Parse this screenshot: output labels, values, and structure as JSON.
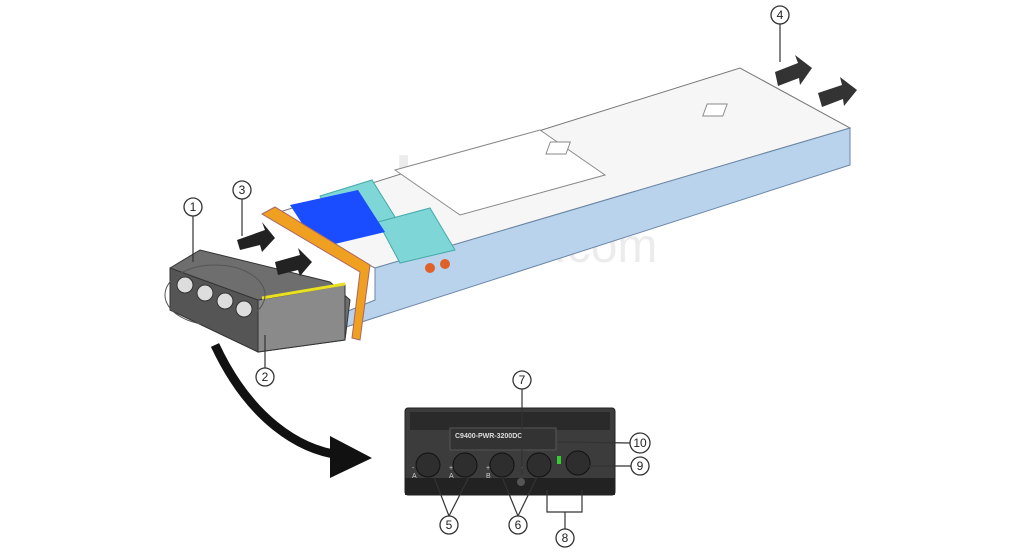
{
  "watermark": {
    "line1": "Layer23",
    "line2": "switch.com"
  },
  "module": {
    "model_label": "C9400-PWR-3200DC",
    "port_labels": [
      {
        "sign": "-",
        "letter": "A"
      },
      {
        "sign": "+",
        "letter": "A"
      },
      {
        "sign": "+",
        "letter": "B"
      },
      {
        "sign": "-",
        "letter": ""
      }
    ]
  },
  "callouts": [
    "1",
    "2",
    "3",
    "4",
    "5",
    "6",
    "7",
    "8",
    "9",
    "10"
  ],
  "colors": {
    "chassis_blue": "#b9d3ec",
    "top_panel": "#f6f6f6",
    "latch_cyan": "#7fd6d6",
    "label_blue": "#1a4dff",
    "connector_orange": "#f0a020",
    "faceplate": "#3c3c3c"
  }
}
